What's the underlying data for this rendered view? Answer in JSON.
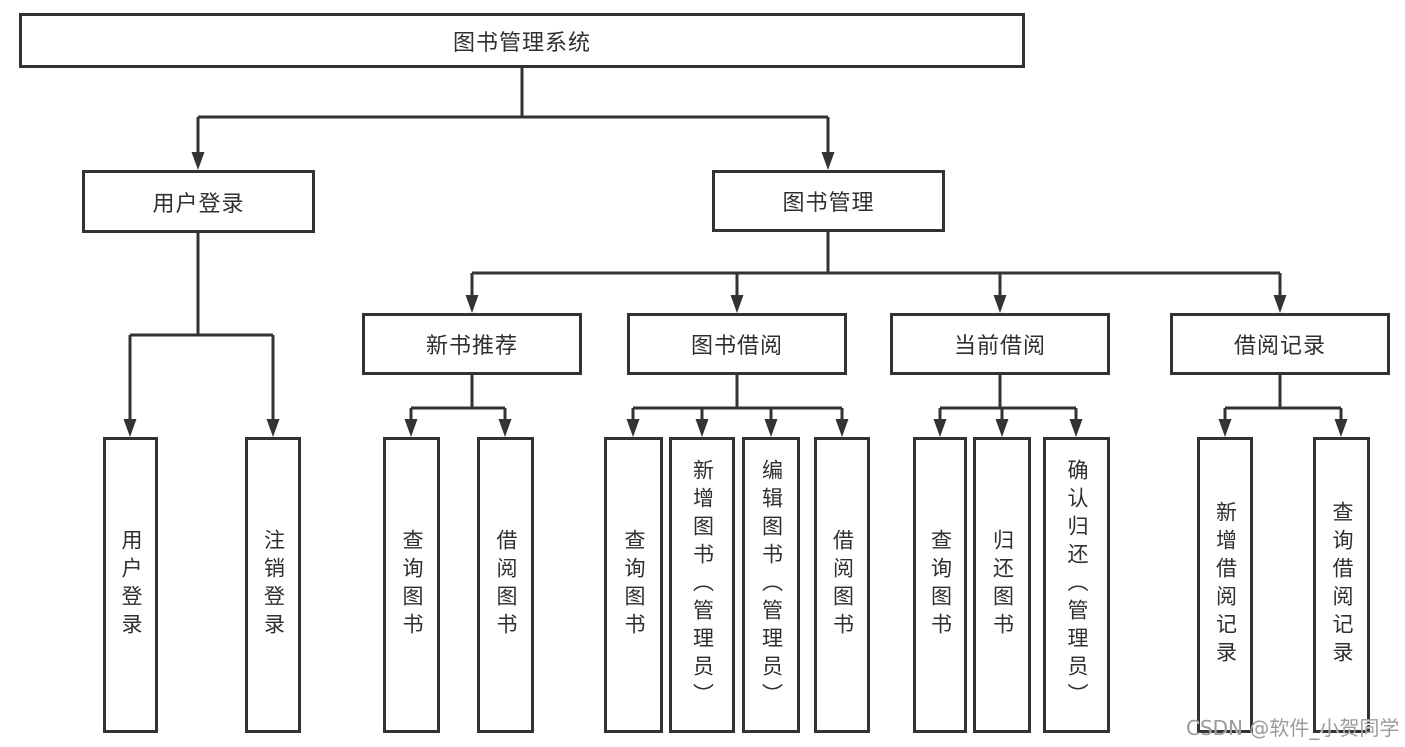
{
  "diagram": {
    "title_node": {
      "label": "图书管理系统"
    },
    "level2": [
      {
        "id": "user-login",
        "label": "用户登录",
        "parent": "图书管理系统"
      },
      {
        "id": "book-management",
        "label": "图书管理",
        "parent": "图书管理系统"
      }
    ],
    "level3": [
      {
        "id": "new-book-recommend",
        "label": "新书推荐",
        "parent": "图书管理"
      },
      {
        "id": "book-borrowing",
        "label": "图书借阅",
        "parent": "图书管理"
      },
      {
        "id": "current-borrowing",
        "label": "当前借阅",
        "parent": "图书管理"
      },
      {
        "id": "borrowing-records",
        "label": "借阅记录",
        "parent": "图书管理"
      }
    ],
    "leaves": [
      {
        "id": "leaf-user-login",
        "label": "用户登录",
        "parent": "用户登录"
      },
      {
        "id": "leaf-logout",
        "label": "注销登录",
        "parent": "用户登录"
      },
      {
        "id": "leaf-query-books-recommend",
        "label": "查询图书",
        "parent": "新书推荐"
      },
      {
        "id": "leaf-borrow-books-recommend",
        "label": "借阅图书",
        "parent": "新书推荐"
      },
      {
        "id": "leaf-query-books-borrowing",
        "label": "查询图书",
        "parent": "图书借阅"
      },
      {
        "id": "leaf-add-books-admin",
        "label": "新增图书（管理员）",
        "parent": "图书借阅"
      },
      {
        "id": "leaf-edit-books-admin",
        "label": "编辑图书（管理员）",
        "parent": "图书借阅"
      },
      {
        "id": "leaf-borrow-books-borrowing",
        "label": "借阅图书",
        "parent": "图书借阅"
      },
      {
        "id": "leaf-query-books-current",
        "label": "查询图书",
        "parent": "当前借阅"
      },
      {
        "id": "leaf-return-books",
        "label": "归还图书",
        "parent": "当前借阅"
      },
      {
        "id": "leaf-confirm-return-admin",
        "label": "确认归还（管理员）",
        "parent": "当前借阅"
      },
      {
        "id": "leaf-add-borrow-record",
        "label": "新增借阅记录",
        "parent": "借阅记录"
      },
      {
        "id": "leaf-query-borrow-record",
        "label": "查询借阅记录",
        "parent": "借阅记录"
      }
    ]
  },
  "watermark": {
    "text": "CSDN @软件_小贺同学"
  },
  "colors": {
    "line": "#333333",
    "box_border": "#333333",
    "text": "#2f2f2f",
    "watermark": "#9b9b9b",
    "background": "#ffffff"
  }
}
